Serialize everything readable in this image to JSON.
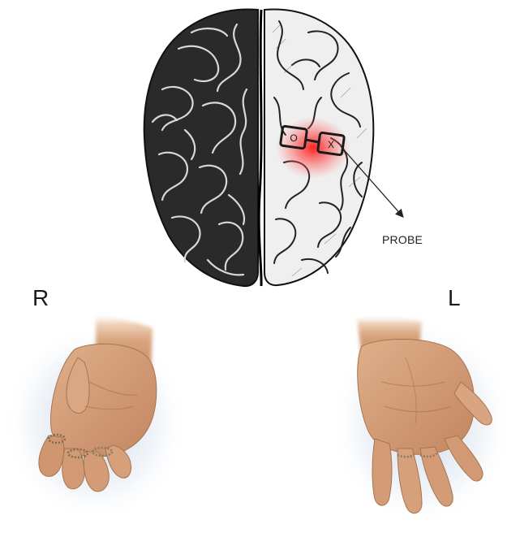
{
  "labels": {
    "right_hand": "R",
    "left_hand": "L",
    "probe": "PROBE",
    "electrode_left": "O",
    "electrode_right": "X"
  },
  "colors": {
    "background": "#ffffff",
    "brain_ink": "#1c1c1c",
    "brain_shade": "#d9d9d9",
    "stimulation_glow": "#ff2a2a",
    "skin_light": "#dba883",
    "skin_dark": "#b9825f",
    "shadow_blue": "#c9d6e6"
  },
  "icons": {
    "brain": "brain-top-view-illustration",
    "probe": "electrode-probe-icon",
    "right_hand": "right-hand-curled-illustration",
    "left_hand": "left-hand-open-illustration"
  }
}
